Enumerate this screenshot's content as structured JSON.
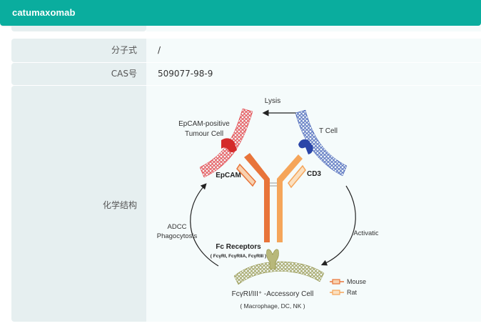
{
  "header": {
    "title": "catumaxomab"
  },
  "rows": [
    {
      "label": "",
      "value": ""
    },
    {
      "label": "分子式",
      "value": "/"
    },
    {
      "label": "CAS号",
      "value": "509077-98-9"
    },
    {
      "label": "化学结构",
      "value": ""
    }
  ],
  "diagram": {
    "lysis": "Lysis",
    "tumour_line1": "EpCAM-positive",
    "tumour_line2": "Tumour Cell",
    "t_cell": "T Cell",
    "epcam": "EpCAM",
    "cd3": "CD3",
    "adcc_line1": "ADCC",
    "adcc_line2": "Phagocytosis",
    "activation": "Activation",
    "fc_receptors": "Fc Receptors",
    "fc_types": "( FcγRI, FcγRIIA, FcγRIII )",
    "accessory_cell": "FcγRI/III⁺ -Accessory Cell",
    "accessory_types": "( Macrophage, DC, NK )",
    "legend": [
      {
        "label": "Mouse",
        "color": "#e8743a"
      },
      {
        "label": "Rat",
        "color": "#f5a55a"
      }
    ],
    "colors": {
      "tumour": "#e0282e",
      "tcell": "#2f4fb0",
      "accessory": "#9a9a4a"
    }
  }
}
